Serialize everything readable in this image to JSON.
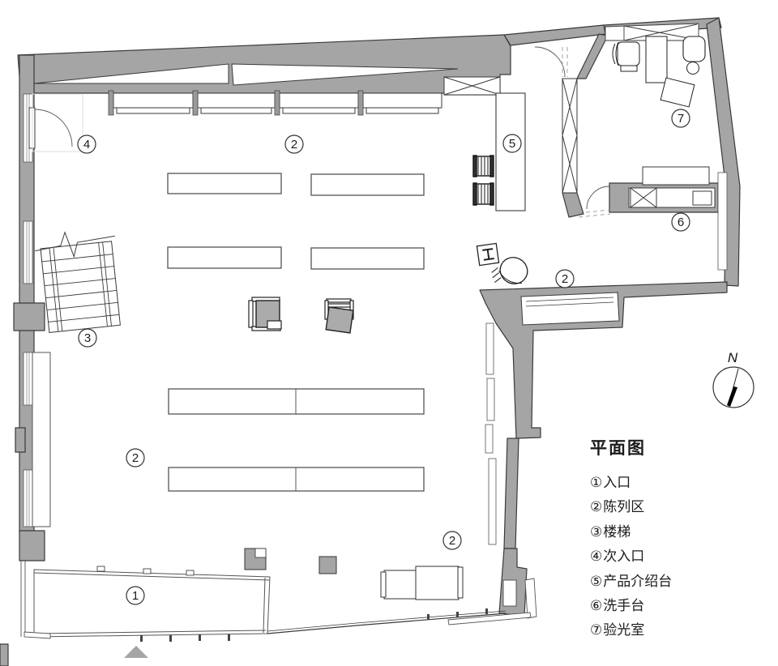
{
  "legend": {
    "title": "平面图",
    "items": [
      {
        "num": "①",
        "label": "入口"
      },
      {
        "num": "②",
        "label": "陈列区"
      },
      {
        "num": "③",
        "label": "楼梯"
      },
      {
        "num": "④",
        "label": "次入口"
      },
      {
        "num": "⑤",
        "label": "产品介绍台"
      },
      {
        "num": "⑥",
        "label": "洗手台"
      },
      {
        "num": "⑦",
        "label": "验光室"
      }
    ]
  },
  "compass": {
    "label": "N"
  },
  "plan_labels": [
    {
      "id": "secondary-entrance",
      "num": "4"
    },
    {
      "id": "display-area-top",
      "num": "2"
    },
    {
      "id": "product-counter",
      "num": "5"
    },
    {
      "id": "optometry-room",
      "num": "7"
    },
    {
      "id": "washbasin",
      "num": "6"
    },
    {
      "id": "display-area-right",
      "num": "2"
    },
    {
      "id": "stairs",
      "num": "3"
    },
    {
      "id": "display-area-left",
      "num": "2"
    },
    {
      "id": "display-area-bottom",
      "num": "2"
    },
    {
      "id": "main-entrance",
      "num": "1"
    }
  ],
  "colors": {
    "wall": "#a5a5a5",
    "line": "#3a3a3a",
    "furniture_gray": "#ababab"
  }
}
